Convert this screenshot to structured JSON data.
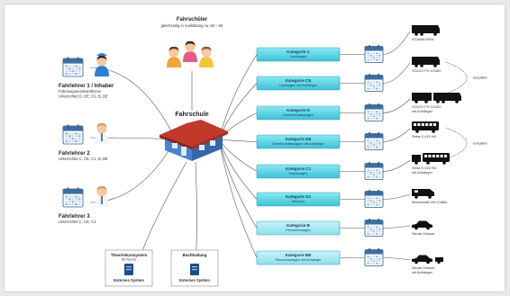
{
  "school": {
    "title": "Fahrschule"
  },
  "students": {
    "title": "Fahrschüler",
    "subtitle": "gleichzeitig in Ausbildung ca. 50 – 60"
  },
  "instructors": [
    {
      "name": "Fahrlehrer 1 / Inhaber",
      "lines": [
        "Fahrzeugverantwortlicher",
        "Unterrichtet D, DE, D1, B, BE"
      ]
    },
    {
      "name": "Fahrlehrer 2",
      "lines": [
        "Unterrichtet C, CE, C1, B, BE"
      ]
    },
    {
      "name": "Fahrlehrer 3",
      "lines": [
        "Unterrichtet C, CE, C1"
      ]
    }
  ],
  "systems": [
    {
      "title": "Theoriekurssystem",
      "subtitle": "MS Access",
      "badge": "Externes System"
    },
    {
      "title": "Buchhaltung",
      "subtitle": "",
      "badge": "Externes System"
    }
  ],
  "categories": [
    {
      "name": "Kategorie C",
      "sub": "Lastwagen"
    },
    {
      "name": "Kategorie CE",
      "sub": "Lastwagen mit Anhänger"
    },
    {
      "name": "Kategorie D",
      "sub": "Gesellschaftswagen"
    },
    {
      "name": "Kategorie DE",
      "sub": "Gesellschaftswagen mit Anhänger"
    },
    {
      "name": "Kategorie C1",
      "sub": "Motorwagen"
    },
    {
      "name": "Kategorie D1",
      "sub": "Kleinbus"
    },
    {
      "name": "Kategorie B",
      "sub": "Personenwagen"
    },
    {
      "name": "Kategorie BE",
      "sub": "Personenwagen mit Anhänger"
    }
  ],
  "vehicles": [
    {
      "lines": [
        "SCANIA R400"
      ]
    },
    {
      "lines": [
        "VOLVO FH 12/420"
      ]
    },
    {
      "lines": [
        "VOLVO FH 12/420",
        "mit Anhänger"
      ]
    },
    {
      "lines": [
        "Setra S 415 HD"
      ]
    },
    {
      "lines": [
        "Setra S 415 HD",
        "mit Anhänger"
      ]
    },
    {
      "lines": [
        "Wohnmobil VW Crafter"
      ]
    },
    {
      "lines": [
        "Skoda Octavia"
      ]
    },
    {
      "lines": [
        "Skoda Octavia",
        "mit Anhänger"
      ]
    }
  ],
  "compat_label": "kompatibel",
  "colors": {
    "cat_fill_top": "#7fe3f0",
    "cat_fill_bottom": "#3cc3d6",
    "cat_stroke": "#2aa5b8",
    "roof": "#c0392b",
    "house": "#3b6fb6",
    "calendar_header": "#3a6ea5"
  }
}
